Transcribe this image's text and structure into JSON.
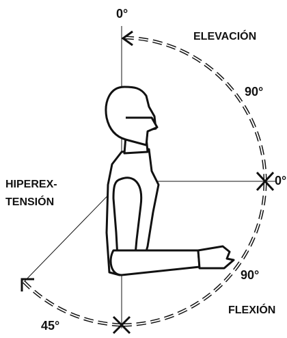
{
  "labels": {
    "top_zero": "0°",
    "elevation": "ELEVACIÓN",
    "ninety_upper": "90°",
    "right_zero": "0°",
    "hyperextension_line1": "HIPEREX-",
    "hyperextension_line2": "TENSIÓN",
    "ninety_lower": "90°",
    "forty_five": "45°",
    "flexion": "FLEXIÓN"
  },
  "angles": {
    "elevation_range_deg": 90,
    "flexion_range_deg": 90,
    "hyperextension_range_deg": 45
  },
  "colors": {
    "ink": "#111111",
    "background": "#ffffff"
  }
}
